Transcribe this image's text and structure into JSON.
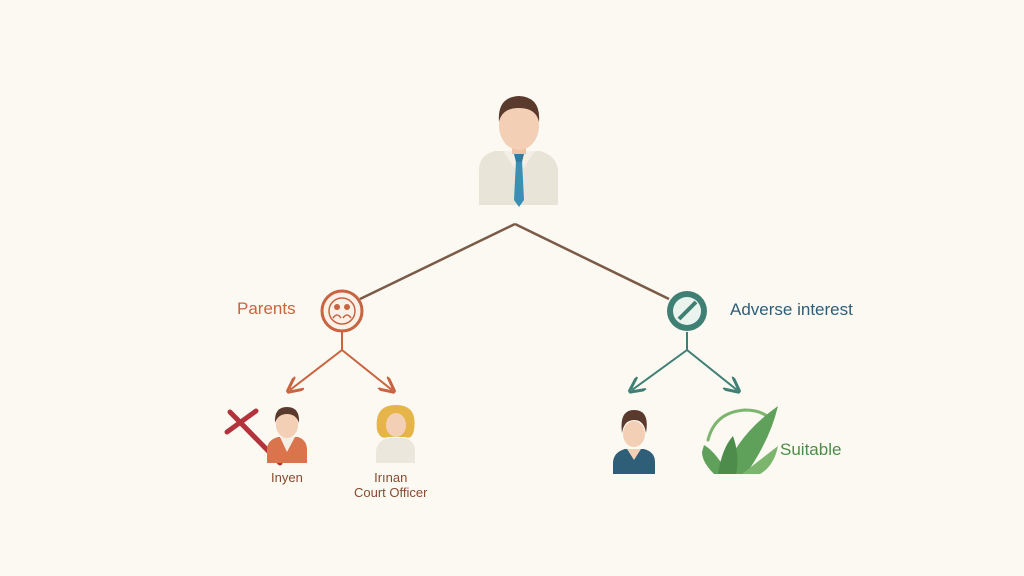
{
  "colors": {
    "background": "#fbf9f2",
    "trunk": "#7b5a48",
    "parents": "#c8643f",
    "adverse": "#3f7f74",
    "adverse_text": "#2f5e78",
    "cross": "#b3333c",
    "check": "#5fa05a"
  },
  "icons": {
    "root": "businessman-avatar-icon",
    "parents_node": "family-badge-icon",
    "adverse_node": "no-entry-badge-icon",
    "rejected": "red-cross-icon",
    "suitable": "green-checkmark-icon"
  },
  "labels": {
    "parents": "Parents",
    "adverse": "Adverse interest",
    "child_left_name": "Inyen",
    "child_right_line1": "Irınan",
    "child_right_line2": "Court Officer",
    "suitable": "Suitable"
  }
}
